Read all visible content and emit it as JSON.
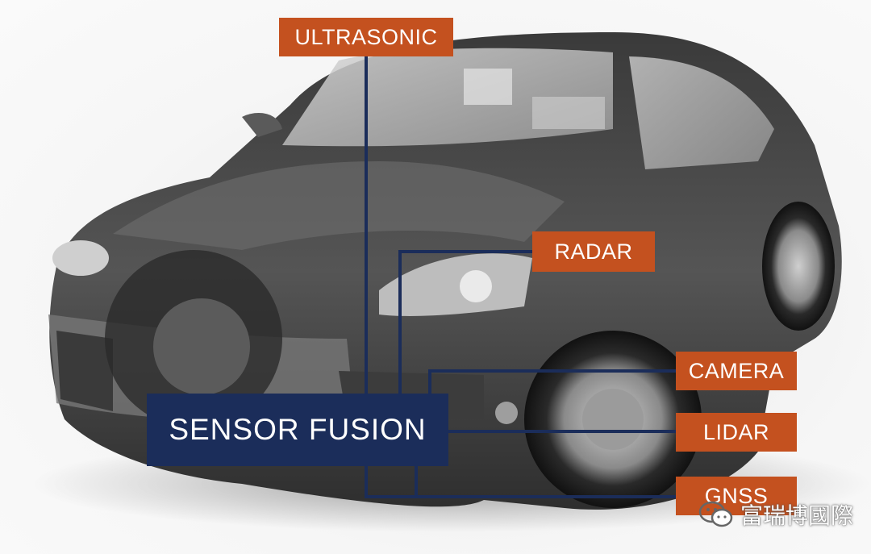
{
  "diagram": {
    "hub_label": "SENSOR FUSION",
    "sensors": [
      {
        "id": "ultrasonic",
        "label": "ULTRASONIC"
      },
      {
        "id": "radar",
        "label": "RADAR"
      },
      {
        "id": "camera",
        "label": "CAMERA"
      },
      {
        "id": "lidar",
        "label": "LIDAR"
      },
      {
        "id": "gnss",
        "label": "GNSS"
      }
    ]
  },
  "watermark": {
    "text": "富瑞博國際",
    "icon": "wechat-icon"
  },
  "colors": {
    "label_bg": "#c4511f",
    "hub_bg": "#1b2d5a",
    "line": "#1b2d5a"
  }
}
